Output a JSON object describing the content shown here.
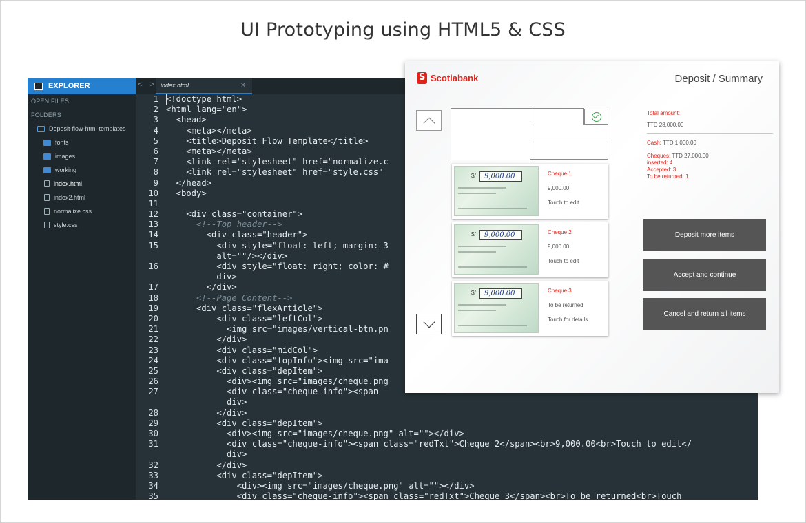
{
  "page": {
    "title": "UI Prototyping using HTML5 & CSS"
  },
  "editor": {
    "sidebar": {
      "header": "EXPLORER",
      "sections": [
        "OPEN FILES",
        "FOLDERS"
      ],
      "project": "Deposit-flow-html-templates",
      "items": [
        {
          "label": "fonts",
          "type": "folder"
        },
        {
          "label": "images",
          "type": "folder"
        },
        {
          "label": "working",
          "type": "folder"
        },
        {
          "label": "index.html",
          "type": "file"
        },
        {
          "label": "index2.html",
          "type": "file"
        },
        {
          "label": "normalize.css",
          "type": "file"
        },
        {
          "label": "style.css",
          "type": "file"
        }
      ]
    },
    "tab": {
      "nav": "< >",
      "name": "index.html",
      "close": "×"
    },
    "line_numbers": [
      "1",
      "2",
      "3",
      "4",
      "5",
      "6",
      "7",
      "8",
      "9",
      "10",
      "11",
      "12",
      "13",
      "14",
      "15",
      "",
      "16",
      "",
      "17",
      "18",
      "19",
      "20",
      "21",
      "22",
      "23",
      "24",
      "25",
      "26",
      "27",
      "",
      "28",
      "29",
      "30",
      "31",
      "",
      "32",
      "33",
      "34",
      "35"
    ],
    "code_lines": [
      "<!doctype html>",
      "<html lang=\"en\">",
      "  <head>",
      "    <meta></meta>",
      "    <title>Deposit Flow Template</title>",
      "    <meta></meta>",
      "    <link rel=\"stylesheet\" href=\"normalize.c",
      "    <link rel=\"stylesheet\" href=\"style.css\"",
      "  </head>",
      "  <body>",
      "",
      "    <div class=\"container\">",
      "      <!--Top header-->",
      "        <div class=\"header\">",
      "          <div style=\"float: left; margin: 3",
      "          alt=\"\"/></div>",
      "          <div style=\"float: right; color: #",
      "          div>",
      "        </div>",
      "      <!--Page Content-->",
      "      <div class=\"flexArticle\">",
      "          <div class=\"leftCol\">",
      "            <img src=\"images/vertical-btn.pn",
      "          </div>",
      "          <div class=\"midCol\">",
      "          <div class=\"topInfo\"><img src=\"ima",
      "          <div class=\"depItem\">",
      "            <div><img src=\"images/cheque.png",
      "            <div class=\"cheque-info\"><span",
      "            div>",
      "          </div>",
      "          <div class=\"depItem\">",
      "            <div><img src=\"images/cheque.png\" alt=\"\"></div>",
      "            <div class=\"cheque-info\"><span class=\"redTxt\">Cheque 2</span><br>9,000.00<br>Touch to edit</",
      "            div>",
      "          </div>",
      "          <div class=\"depItem\">",
      "              <div><img src=\"images/cheque.png\" alt=\"\"></div>",
      "              <div class=\"cheque-info\"><span class=\"redTxt\">Cheque 3</span><br>To be returned<br>Touch"
    ]
  },
  "atm": {
    "brand": "Scotiabank",
    "brand_mark": "S",
    "title": "Deposit / Summary",
    "cheque_amount_written": "9,000.00",
    "cheque_currency_symbol": "$/",
    "cheques": [
      {
        "name": "Cheque 1",
        "line2": "9,000.00",
        "line3": "Touch to edit"
      },
      {
        "name": "Cheque 2",
        "line2": "9,000.00",
        "line3": "Touch to edit"
      },
      {
        "name": "Cheque 3",
        "line2": "To be returned",
        "line3": "Touch for details"
      }
    ],
    "summary": {
      "total_label": "Total amount:",
      "total_value": "TTD 28,000.00",
      "cash_label": "Cash:",
      "cash_value": "TTD 1,000.00",
      "cheques_label": "Cheques:",
      "cheques_value": "TTD 27,000.00",
      "inserted": "inserted: 4",
      "accepted": "Accepted: 3",
      "returned": "To be returned: 1"
    },
    "buttons": {
      "deposit_more": "Deposit more items",
      "accept_continue": "Accept and continue",
      "cancel_return": "Cancel and return all items"
    },
    "colors": {
      "brand_red": "#e2231a",
      "button_grey": "#555555",
      "check_green": "#3aa84b"
    }
  },
  "colors": {
    "editor_bg": "#263238",
    "sidebar_bg": "#1e272c",
    "accent_blue": "#2580d0"
  }
}
